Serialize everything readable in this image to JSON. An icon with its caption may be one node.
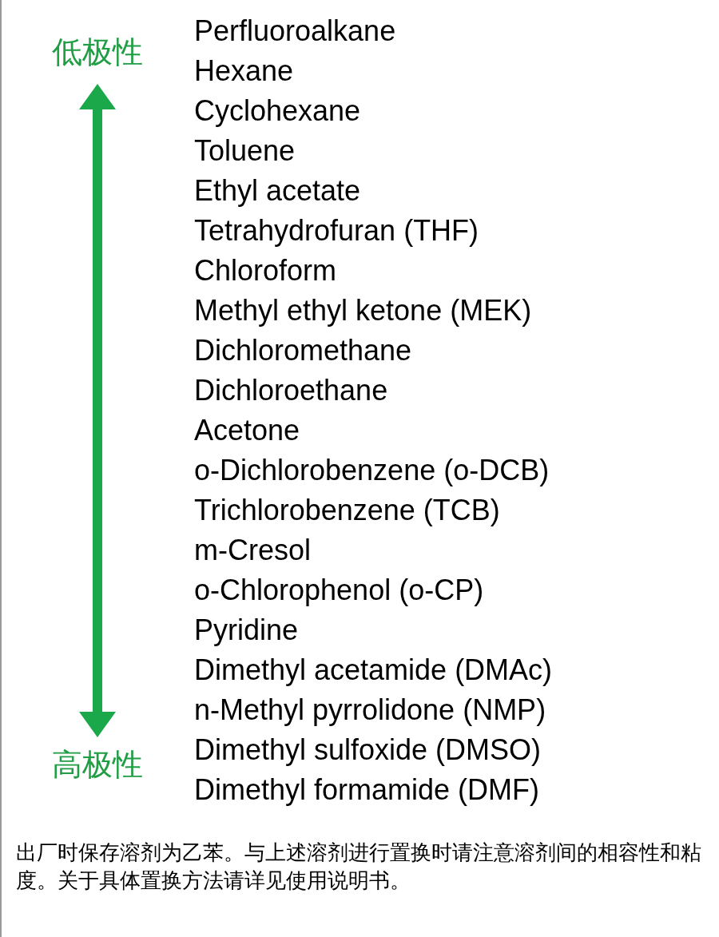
{
  "diagram": {
    "labels": [
      "低极性",
      "Perfluoroalkane",
      "Hexane",
      "Cyclohexane",
      "Toluene",
      "Ethyl acetate",
      "Tetrahydrofuran (THF)",
      "Chloroform",
      "Methyl ethyl ketone (MEK)",
      "Dichloromethane",
      "Dichloroethane",
      "Acetone",
      "o-Dichlorobenzene (o-DCB)",
      "Trichlorobenzene (TCB)",
      "m-Cresol",
      "o-Chlorophenol (o-CP)",
      "Pyridine",
      "Dimethyl acetamide (DMAc)",
      "n-Methyl pyrrolidone (NMP)",
      "Dimethyl sulfoxide (DMSO)",
      "Dimethyl formamide (DMF)",
      "高极性",
      "出厂时保存溶剂为乙苯。与上述溶剂进行置换时请注意溶剂间的相容性和粘度。关于具体置换方法请详见使用说明书。"
    ]
  }
}
